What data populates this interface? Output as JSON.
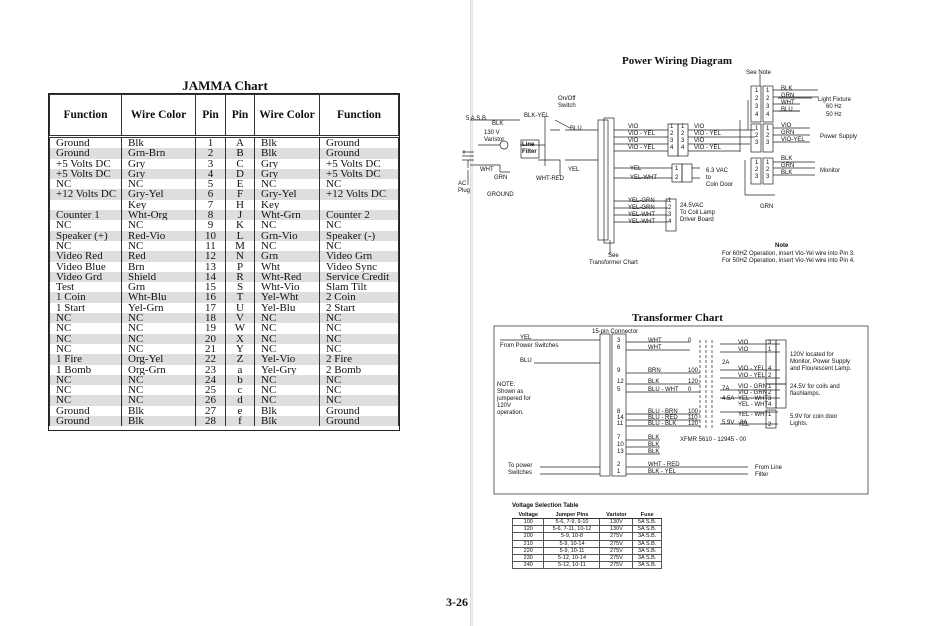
{
  "jamma": {
    "title": "JAMMA Chart",
    "headers": [
      "Function",
      "Wire Color",
      "Pin",
      "Pin",
      "Wire Color",
      "Function"
    ],
    "rows": [
      [
        "Ground",
        "Blk",
        "1",
        "A",
        "Blk",
        "Ground"
      ],
      [
        "Ground",
        "Grn-Brn",
        "2",
        "B",
        "Blk",
        "Ground"
      ],
      [
        "+5 Volts DC",
        "Gry",
        "3",
        "C",
        "Gry",
        "+5 Volts DC"
      ],
      [
        "+5 Volts DC",
        "Gry",
        "4",
        "D",
        "Gry",
        "+5 Volts DC"
      ],
      [
        "NC",
        "NC",
        "5",
        "E",
        "NC",
        "NC"
      ],
      [
        "+12 Volts DC",
        "Gry-Yel",
        "6",
        "F",
        "Gry-Yel",
        "+12 Volts DC"
      ],
      [
        "",
        "Key",
        "7",
        "H",
        "Key",
        ""
      ],
      [
        "Counter 1",
        "Wht-Org",
        "8",
        "J",
        "Wht-Grn",
        "Counter 2"
      ],
      [
        "NC",
        "NC",
        "9",
        "K",
        "NC",
        "NC"
      ],
      [
        "Speaker (+)",
        "Red-Vio",
        "10",
        "L",
        "Grn-Vio",
        "Speaker (-)"
      ],
      [
        "NC",
        "NC",
        "11",
        "M",
        "NC",
        "NC"
      ],
      [
        "Video Red",
        "Red",
        "12",
        "N",
        "Grn",
        "Video Grn"
      ],
      [
        "Video Blue",
        "Brn",
        "13",
        "P",
        "Wht",
        "Video Sync"
      ],
      [
        "Video Grd",
        "Shield",
        "14",
        "R",
        "Wht-Red",
        "Service Credit"
      ],
      [
        "Test",
        "Grn",
        "15",
        "S",
        "Wht-Vio",
        "Slam Tilt"
      ],
      [
        "1 Coin",
        "Wht-Blu",
        "16",
        "T",
        "Yel-Wht",
        "2 Coin"
      ],
      [
        "1 Start",
        "Yel-Grn",
        "17",
        "U",
        "Yel-Blu",
        "2 Start"
      ],
      [
        "NC",
        "NC",
        "18",
        "V",
        "NC",
        "NC"
      ],
      [
        "NC",
        "NC",
        "19",
        "W",
        "NC",
        "NC"
      ],
      [
        "NC",
        "NC",
        "20",
        "X",
        "NC",
        "NC"
      ],
      [
        "NC",
        "NC",
        "21",
        "Y",
        "NC",
        "NC"
      ],
      [
        "1 Fire",
        "Org-Yel",
        "22",
        "Z",
        "Yel-Vio",
        "2 Fire"
      ],
      [
        "1 Bomb",
        "Org-Grn",
        "23",
        "a",
        "Yel-Gry",
        "2 Bomb"
      ],
      [
        "NC",
        "NC",
        "24",
        "b",
        "NC",
        "NC"
      ],
      [
        "NC",
        "NC",
        "25",
        "c",
        "NC",
        "NC"
      ],
      [
        "NC",
        "NC",
        "26",
        "d",
        "NC",
        "NC"
      ],
      [
        "Ground",
        "Blk",
        "27",
        "e",
        "Blk",
        "Ground"
      ],
      [
        "Ground",
        "Blk",
        "28",
        "f",
        "Blk",
        "Ground"
      ]
    ],
    "shaded_rows": [
      1,
      3,
      5,
      7,
      9,
      11,
      13,
      15,
      17,
      19,
      21,
      23,
      25,
      27
    ]
  },
  "power": {
    "title": "Power Wiring Diagram",
    "see_note": "See Note",
    "asb": "5 A.S.B.",
    "blk1": "BLK",
    "blk_yel": "BLK-YEL",
    "varistor": "130 V\nVaristor",
    "line_filter": "Line\nFilter",
    "wht": "WHT",
    "grn": "GRN",
    "wht_red": "WHT-RED",
    "ac_plug": "AC\nPlug",
    "ground": "GROUND",
    "onoff": "On/Off\nSwitch",
    "blu": "BLU",
    "yel": "YEL",
    "vio_wires": [
      "VIO",
      "VIO - YEL",
      "VIO",
      "VIO - YEL"
    ],
    "vio_wires_r": [
      "VIO",
      "VIO - YEL",
      "VIO",
      "VIO - YEL"
    ],
    "pins4": [
      "1",
      "2",
      "3",
      "4"
    ],
    "pins3": [
      "1",
      "2",
      "3"
    ],
    "pins2": [
      "1",
      "2"
    ],
    "yel_pair": [
      "YEL",
      "YEL-WHT"
    ],
    "vac_63": "6.3 VAC\nto\nCoin Door",
    "driver_wires": [
      "YEL-GRN",
      "YEL-GRN",
      "YEL-WHT",
      "YEL-WHT"
    ],
    "vac_245": "24.5VAC\nTo Coil Lamp\nDriver Board",
    "see_transformer": "See\nTransformer Chart",
    "light_wires": [
      "BLK",
      "GRN",
      "WHT",
      "BLU"
    ],
    "light_fixture": "Light Fixture",
    "hz60": "60 Hz",
    "hz50": "50 Hz",
    "ps_wires": [
      "VIO",
      "GRN",
      "VIO-YEL"
    ],
    "power_supply": "Power Supply",
    "mon_wires": [
      "BLK",
      "GRN",
      "BLK"
    ],
    "monitor": "Monitor",
    "grn_lbl": "GRN",
    "note_title": "Note",
    "note_lines": [
      "For 60HZ Operation, insert Vio-Yel wire into Pin 3.",
      "For 50HZ Operation, insert Vio-Yel wire into Pin 4."
    ]
  },
  "transformer": {
    "title": "Transformer Chart",
    "connector": "15-pin Connector",
    "yel": "YEL",
    "from_ps": "From Power Switches",
    "blu": "BLU",
    "note": "NOTE:\nShown as\njumpered for\n120V\noperation.",
    "pins_left": [
      "3",
      "6",
      "9",
      "12",
      "5",
      "8",
      "14",
      "11",
      "7",
      "10",
      "13",
      "2",
      "1"
    ],
    "wires": [
      "WHT",
      "WHT",
      "BRN",
      "BLK",
      "BLU - WHT",
      "BLU - BRN",
      "BLU - RED",
      "BLU - BLK",
      "BLK",
      "BLK",
      "BLK",
      "WHT - RED",
      "BLK - YEL"
    ],
    "taps": [
      "0",
      "",
      "100",
      "120",
      "0",
      "100",
      "110",
      "120",
      "",
      "",
      "",
      "",
      ""
    ],
    "to_ps": "To power\nSwitches",
    "from_lf": "From Line\nFilter",
    "part": "XFMR 5610 - 12945 - 00",
    "sec_wires": [
      "VIO",
      "VIO",
      "VIO - YEL",
      "VIO - YEL",
      "VIO - GRN",
      "VIO - GRN",
      "YEL - WHT",
      "YEL - WHT",
      "YEL - WHT",
      "YEL"
    ],
    "sec_pins": [
      "3",
      "1",
      "4",
      "2",
      "1",
      "2",
      "3",
      "4",
      "1",
      "2"
    ],
    "sec_taps": [
      "2A",
      "7A",
      "4.5A",
      "5.9V",
      "8A"
    ],
    "v120": "120V located for\nMonitor, Power Supply\nand Flourescent Lamp.",
    "v24": "24.5V for coils and\nflashlamps.",
    "v59": "5.9V for coin door\nLights."
  },
  "voltage_table": {
    "title": "Voltage Selection Table",
    "headers": [
      "Voltage",
      "Jumper Pins",
      "Varistor",
      "Fuse"
    ],
    "rows": [
      [
        "100",
        "5-6, 7-9, 9-10",
        "130V",
        "5A S.B."
      ],
      [
        "120",
        "5-6, 7-11, 10-12",
        "130V",
        "5A S.B."
      ],
      [
        "200",
        "5-9, 10-8",
        "275V",
        "3A S.B."
      ],
      [
        "210",
        "5-9, 10-14",
        "275V",
        "3A S.B."
      ],
      [
        "220",
        "5-9, 10-11",
        "275V",
        "3A S.B."
      ],
      [
        "230",
        "5-12, 10-14",
        "275V",
        "3A S.B."
      ],
      [
        "240",
        "5-12, 10-11",
        "275V",
        "3A S.B."
      ]
    ]
  },
  "page_number": "3-26"
}
